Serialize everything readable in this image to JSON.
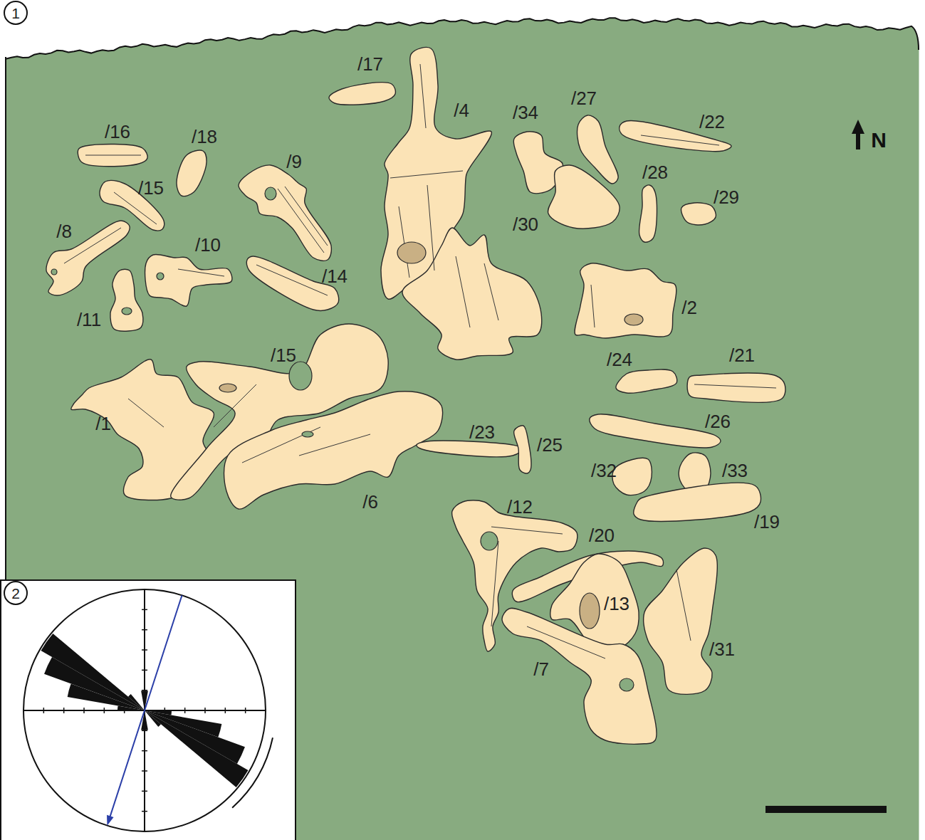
{
  "diagram": {
    "labels": [
      "1",
      "/17",
      "/4",
      "/34",
      "/27",
      "/22",
      "N",
      "/16",
      "/18",
      "/9",
      "/28",
      "/29",
      "/15",
      "/30",
      "/8",
      "/10",
      "/14",
      "/2",
      "/11",
      "/15",
      "/24",
      "/21",
      "/26",
      "/23",
      "/25",
      "/1",
      "/32",
      "/33",
      "/6",
      "/12",
      "/19",
      "/20",
      "/13",
      "2",
      "/31",
      "/7"
    ]
  }
}
